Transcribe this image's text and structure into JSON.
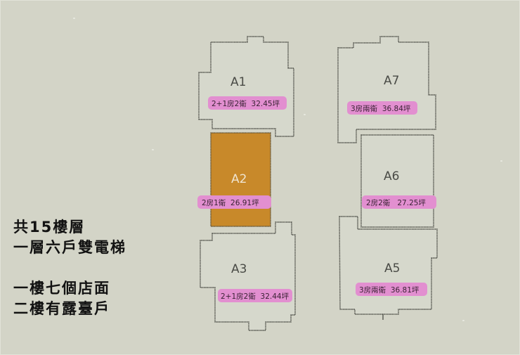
{
  "floor_plan": {
    "units": [
      {
        "id": "A1",
        "label": "A1",
        "layout": "2+1房2衛",
        "area": "32.45坪",
        "tag": "2+1房2衛  32.45坪",
        "selected": false
      },
      {
        "id": "A2",
        "label": "A2",
        "layout": "2房1衛",
        "area": "26.91坪",
        "tag": "2房1衛  26.91坪",
        "selected": true
      },
      {
        "id": "A3",
        "label": "A3",
        "layout": "2+1房2衛",
        "area": "32.44坪",
        "tag": "2+1房2衛  32.44坪",
        "selected": false
      },
      {
        "id": "A7",
        "label": "A7",
        "layout": "3房兩衛",
        "area": "36.84坪",
        "tag": "3房兩衛  36.84坪",
        "selected": false
      },
      {
        "id": "A6",
        "label": "A6",
        "layout": "2房2衛",
        "area": "27.25坪",
        "tag": "2房2衛   27.25坪",
        "selected": false
      },
      {
        "id": "A5",
        "label": "A5",
        "layout": "3房兩衛",
        "area": "36.81坪",
        "tag": "3房兩衛  36.81坪",
        "selected": false
      }
    ],
    "colors": {
      "background": "#d3d4c7",
      "unit_fill": "#d6d8cc",
      "selected_fill": "#c8892a",
      "tag_fill": "#e28fd0",
      "outline": "#55564f"
    }
  },
  "notes": {
    "line1": "共15樓層",
    "line2": "一層六戶雙電梯",
    "line3": "一樓七個店面",
    "line4": "二樓有露臺戶"
  }
}
